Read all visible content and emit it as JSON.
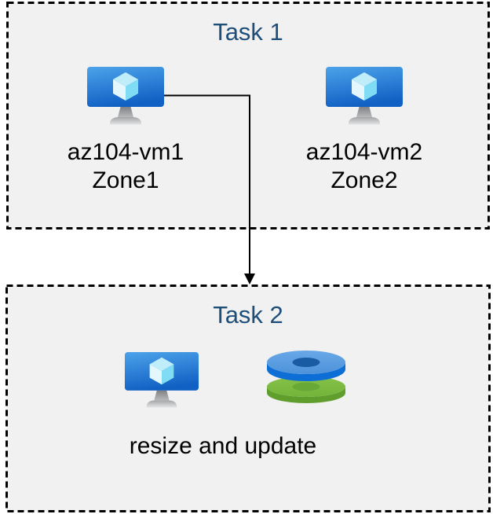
{
  "task1": {
    "title": "Task 1",
    "vms": [
      {
        "name": "az104-vm1",
        "zone": "Zone1",
        "icon": "azure-virtual-machine-icon"
      },
      {
        "name": "az104-vm2",
        "zone": "Zone2",
        "icon": "azure-virtual-machine-icon"
      }
    ]
  },
  "task2": {
    "title": "Task 2",
    "caption": "resize and update",
    "icons": [
      "azure-virtual-machine-icon",
      "azure-managed-disks-icon"
    ]
  },
  "arrow": {
    "from": "az104-vm1",
    "to": "Task 2"
  },
  "palette": {
    "background": "#ffffff",
    "box_fill": "#f1f1f1",
    "box_border": "#000000",
    "title_text": "#1f4e79",
    "body_text": "#000000",
    "arrow": "#000000",
    "vm_screen_top": "#4da3ea",
    "vm_screen_bottom": "#1161c4",
    "vm_cube_top": "#c0edfa",
    "vm_cube_left": "#e4f7fd",
    "vm_cube_right": "#7fdcf4",
    "vm_stand_dark": "#7f8184",
    "vm_stand_light": "#e4e5e6",
    "disk_blue_top": "#5b9de2",
    "disk_blue_side": "#0d6fd6",
    "disk_blue_hole": "#1a5ca3",
    "disk_green_top": "#7cb942",
    "disk_green_side": "#5f9e2d",
    "disk_green_hole": "#68a836"
  }
}
